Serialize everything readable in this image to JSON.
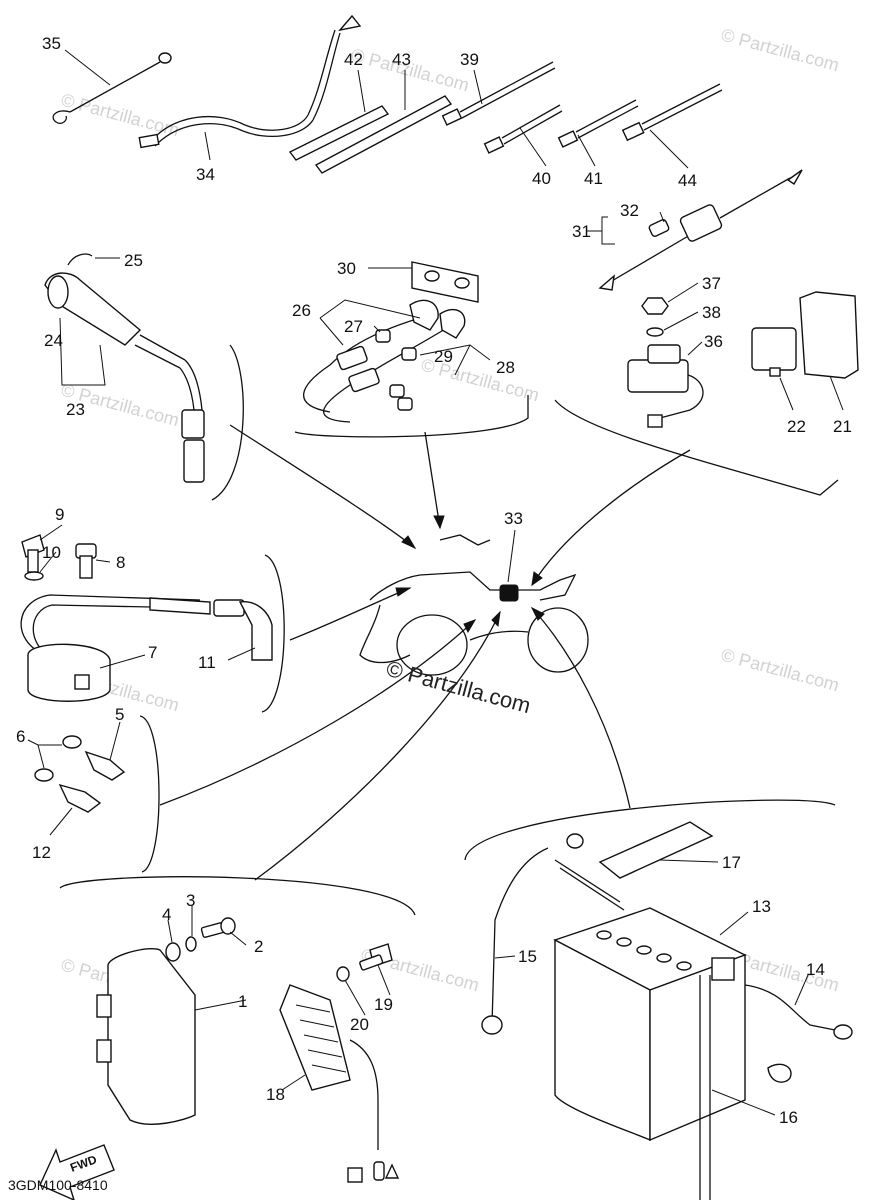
{
  "diagram": {
    "code": "3GDM100-8410",
    "fwd_label": "FWD",
    "watermark": "© Partzilla.com",
    "center_watermark": "© Partzilla.com",
    "callouts": [
      "1",
      "2",
      "3",
      "4",
      "5",
      "6",
      "7",
      "8",
      "9",
      "10",
      "11",
      "12",
      "13",
      "14",
      "15",
      "16",
      "17",
      "18",
      "19",
      "20",
      "21",
      "22",
      "23",
      "24",
      "25",
      "26",
      "27",
      "28",
      "29",
      "30",
      "31",
      "32",
      "33",
      "34",
      "35",
      "36",
      "37",
      "38",
      "39",
      "40",
      "41",
      "42",
      "43",
      "44"
    ]
  }
}
